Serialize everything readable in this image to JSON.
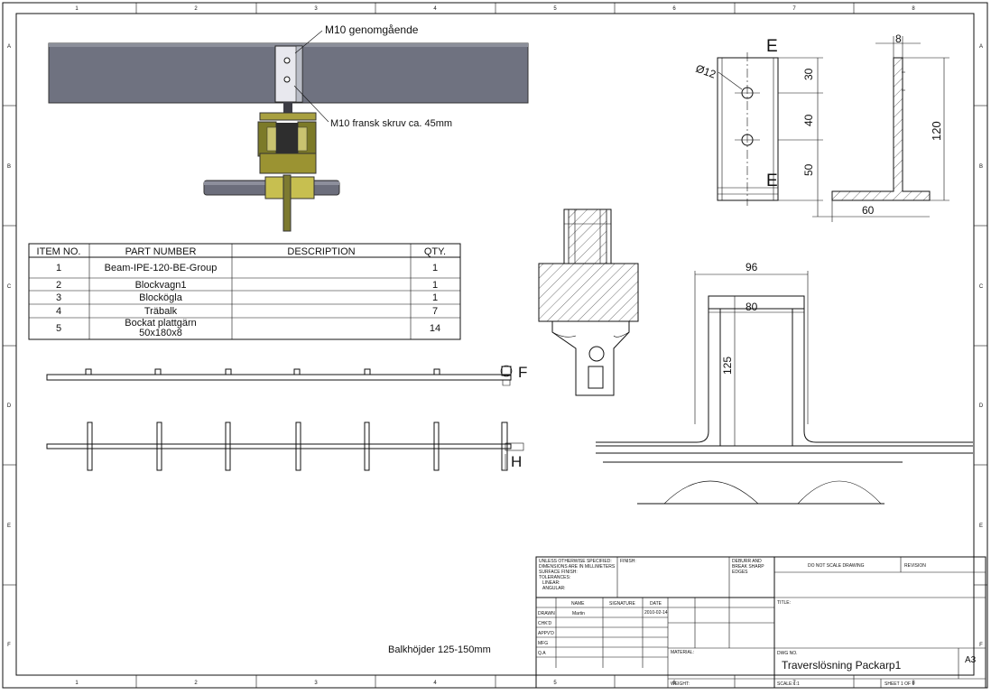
{
  "frame": {
    "zones_top": [
      "1",
      "2",
      "3",
      "4",
      "5",
      "6",
      "7",
      "8"
    ],
    "zones_side": [
      "A",
      "B",
      "C",
      "D",
      "E",
      "F"
    ]
  },
  "callouts": {
    "bolt_through": "M10 genomgående",
    "bolt_french": "M10 fransk skruv ca. 45mm",
    "beam_heights": "Balkhöjder 125-150mm"
  },
  "bom": {
    "headers": [
      "ITEM NO.",
      "PART NUMBER",
      "DESCRIPTION",
      "QTY."
    ],
    "rows": [
      {
        "item": "1",
        "part": "Beam-IPE-120-BE-Group",
        "desc": "",
        "qty": "1"
      },
      {
        "item": "2",
        "part": "Blockvagn1",
        "desc": "",
        "qty": "1"
      },
      {
        "item": "3",
        "part": "Blockögla",
        "desc": "",
        "qty": "1"
      },
      {
        "item": "4",
        "part": "Träbalk",
        "desc": "",
        "qty": "7"
      },
      {
        "item": "5",
        "part": "Bockat plattgärn",
        "part2": "50x180x8",
        "desc": "",
        "qty": "14"
      }
    ]
  },
  "section_labels": {
    "e_top": "E",
    "e_bottom": "E",
    "f": "F",
    "h": "H"
  },
  "dimensions": {
    "hole_dia": "Ø12",
    "d30": "30",
    "d40": "40",
    "d50": "50",
    "d8": "8",
    "d120": "120",
    "d60": "60",
    "d96": "96",
    "d80": "80",
    "d125": "125"
  },
  "title_block": {
    "notes_l1": "UNLESS OTHERWISE SPECIFIED:",
    "notes_l2": "DIMENSIONS ARE IN MILLIMETERS",
    "notes_l3": "SURFACE FINISH:",
    "notes_l4": "TOLERANCES:",
    "notes_l5": "LINEAR:",
    "notes_l6": "ANGULAR:",
    "finish": "FINISH:",
    "deburr_l1": "DEBURR AND",
    "deburr_l2": "BREAK SHARP",
    "deburr_l3": "EDGES",
    "no_scale": "DO NOT SCALE DRAWING",
    "revision": "REVISION",
    "col_name": "NAME",
    "col_signature": "SIGNATURE",
    "col_date": "DATE",
    "title_label": "TITLE:",
    "row_drawn": "DRAWN",
    "row_chkd": "CHK'D",
    "row_appvd": "APPV'D",
    "row_mfg": "MFG",
    "row_qa": "Q.A",
    "drawn_name": "Martin",
    "drawn_date": "2010-02-14",
    "material": "MATERIAL:",
    "weight": "WEIGHT:",
    "dwg_no": "DWG NO.",
    "dwg_title": "Traverslösning Packarp1",
    "size": "A3",
    "scale": "SCALE:1:1",
    "sheet": "SHEET 1 OF 1"
  }
}
